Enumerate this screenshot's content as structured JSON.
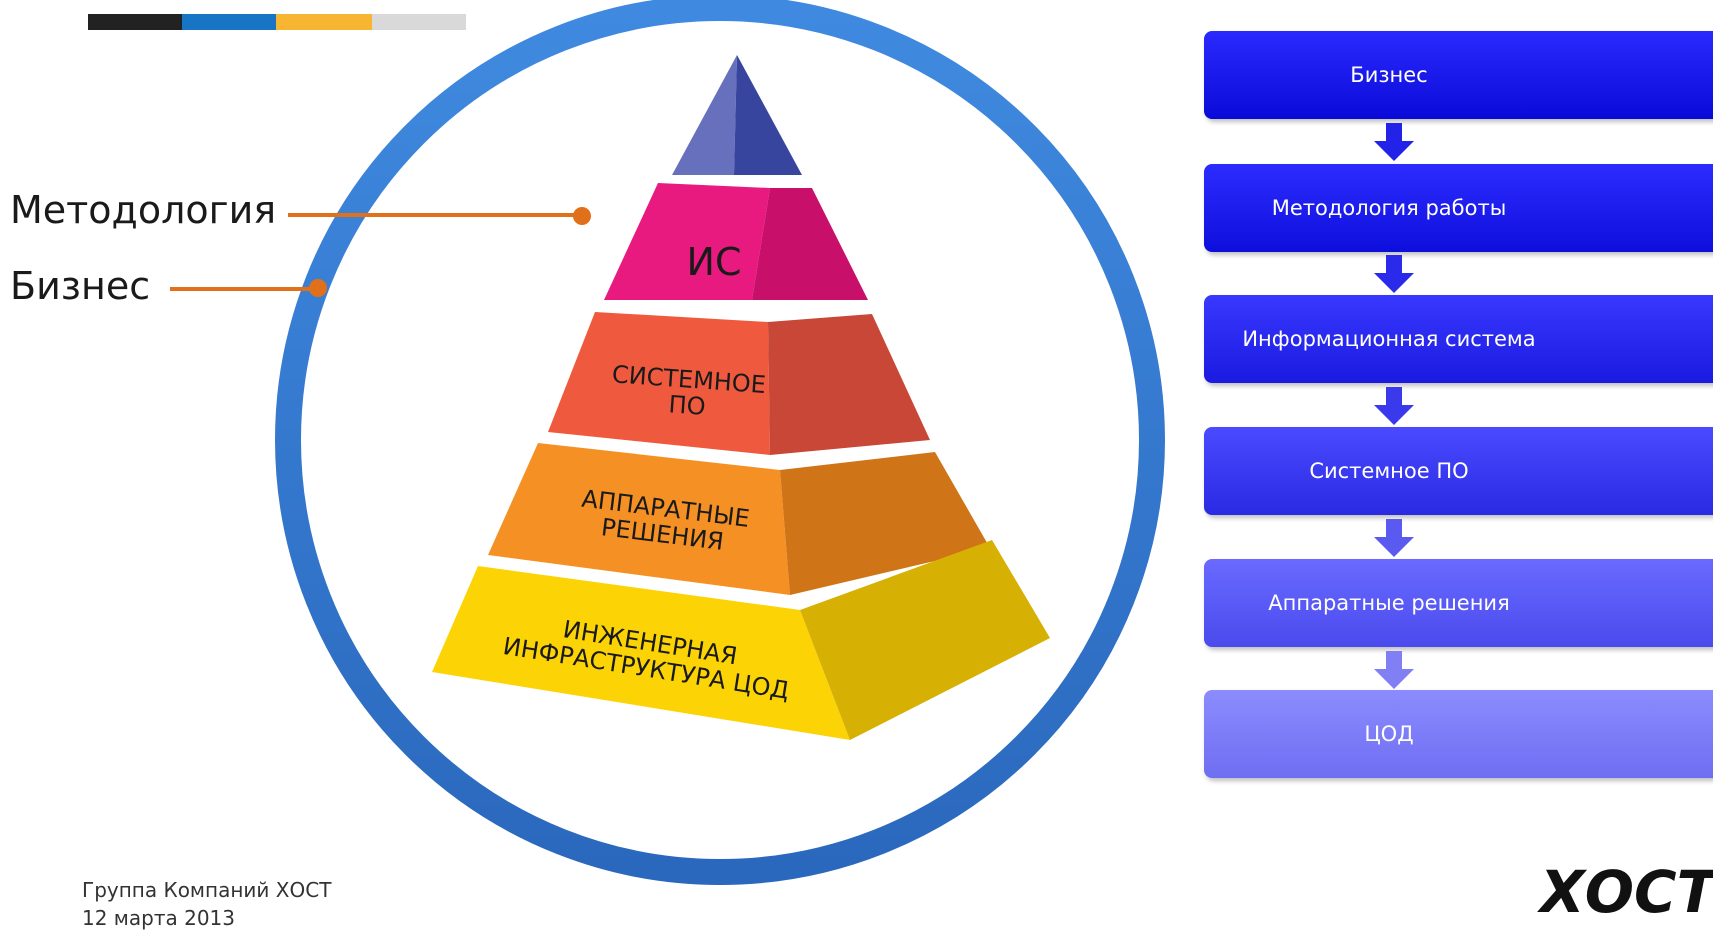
{
  "accent_colors": [
    "#222222",
    "#1874c4",
    "#f7b531",
    "#d9d9d9"
  ],
  "left_labels": {
    "methodology": "Методология",
    "business": "Бизнес"
  },
  "pyramid": {
    "levels": [
      {
        "label": "ИС",
        "color": "#e5177d"
      },
      {
        "label": "СИСТЕМНОЕ\nПО",
        "color": "#ee5a3c"
      },
      {
        "label": "АППАРАТНЫЕ\nРЕШЕНИЯ",
        "color": "#f49021"
      },
      {
        "label": "ИНЖЕНЕРНАЯ\nИНФРАСТРУКТУРА ЦОД",
        "color": "#fbd004"
      }
    ],
    "apex_color": "#5b63b8",
    "ring_color": "#2e78d2"
  },
  "flow": {
    "steps": [
      {
        "label": "Бизнес",
        "color": "#1414e6"
      },
      {
        "label": "Методология работы",
        "color": "#1c1ce6"
      },
      {
        "label": "Информационная система",
        "color": "#2a2ae8"
      },
      {
        "label": "Системное ПО",
        "color": "#3c3ceb"
      },
      {
        "label": "Аппаратные решения",
        "color": "#5a5aef"
      },
      {
        "label": "ЦОД",
        "color": "#7a7af2"
      }
    ]
  },
  "footer": {
    "company": "Группа Компаний ХОСТ",
    "date": "12 марта 2013"
  },
  "logo": {
    "text": "ХОСТ"
  },
  "connector_color": "#e0701a"
}
